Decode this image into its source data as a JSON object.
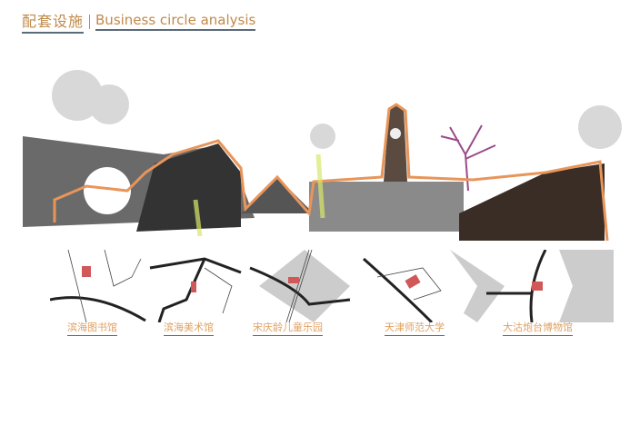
{
  "header": {
    "title_cn": "配套设施",
    "title_en": "Business circle analysis"
  },
  "colors": {
    "accent": "#c08a4a",
    "outline": "#e8955a",
    "site": "#d05858"
  },
  "sites": [
    {
      "label": "滨海图书馆"
    },
    {
      "label": "滨海美术馆"
    },
    {
      "label": "宋庆龄儿童乐园"
    },
    {
      "label": "天津师范大学"
    },
    {
      "label": "大沽炮台博物馆"
    }
  ]
}
